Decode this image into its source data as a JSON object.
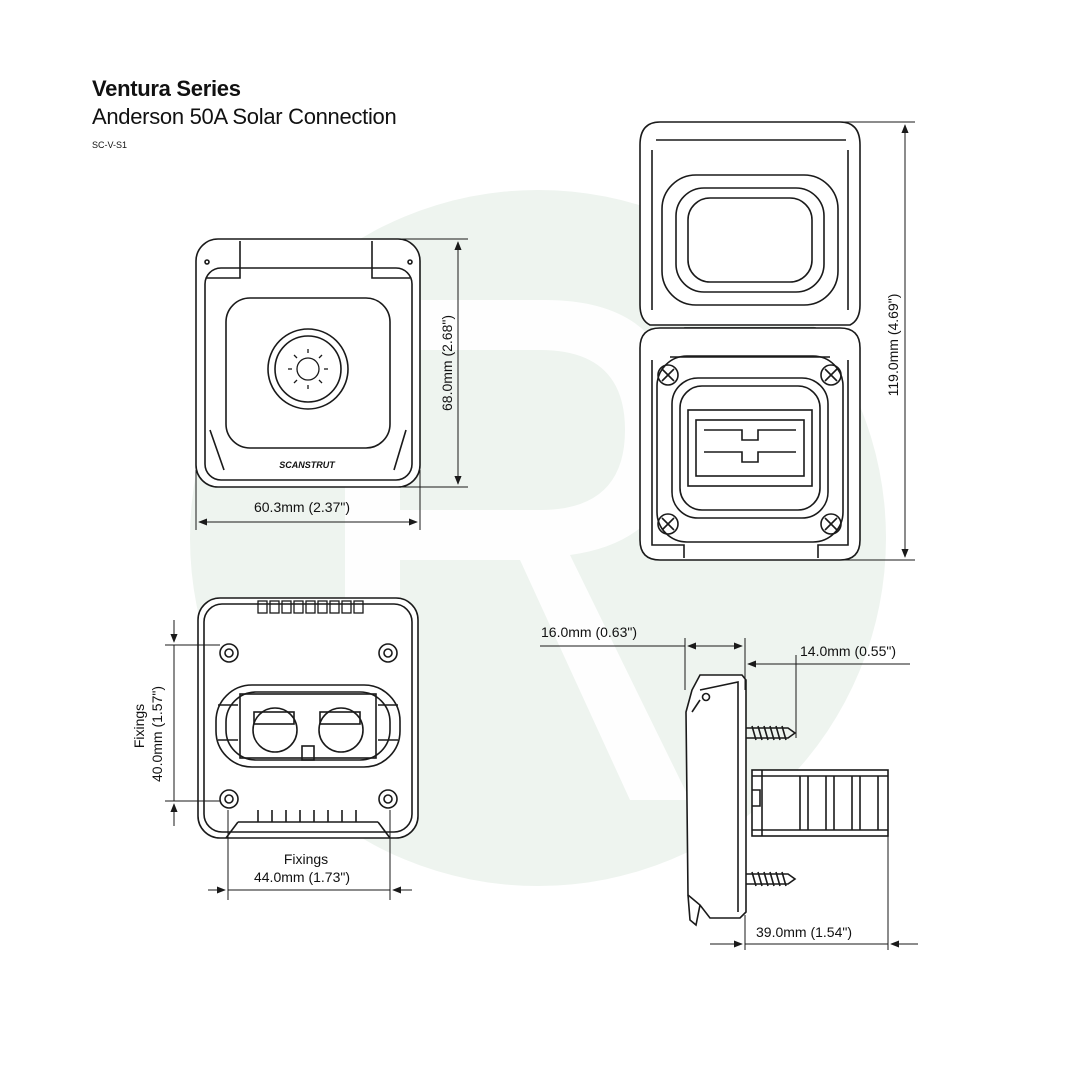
{
  "header": {
    "title": "Ventura Series",
    "subtitle": "Anderson 50A Solar Connection",
    "product_code": "SC-V-S1"
  },
  "front_view": {
    "brand_label": "SCANSTRUT",
    "icon": "sun-icon",
    "height_dim": "68.0mm (2.68\")",
    "width_dim": "60.3mm (2.37\")"
  },
  "open_view": {
    "height_dim": "119.0mm (4.69\")"
  },
  "rear_view": {
    "vertical_fixings_label": "Fixings",
    "vertical_fixings_dim": "40.0mm (1.57\")",
    "horizontal_fixings_label": "Fixings",
    "horizontal_fixings_dim": "44.0mm (1.73\")"
  },
  "side_view": {
    "depth_top_dim": "16.0mm (0.63\")",
    "screw_dim": "14.0mm (0.55\")",
    "depth_bottom_dim": "39.0mm (1.54\")"
  },
  "colors": {
    "line": "#1a1a1a",
    "watermark": "#eef4ef",
    "cover_fill": "#ffffff"
  }
}
